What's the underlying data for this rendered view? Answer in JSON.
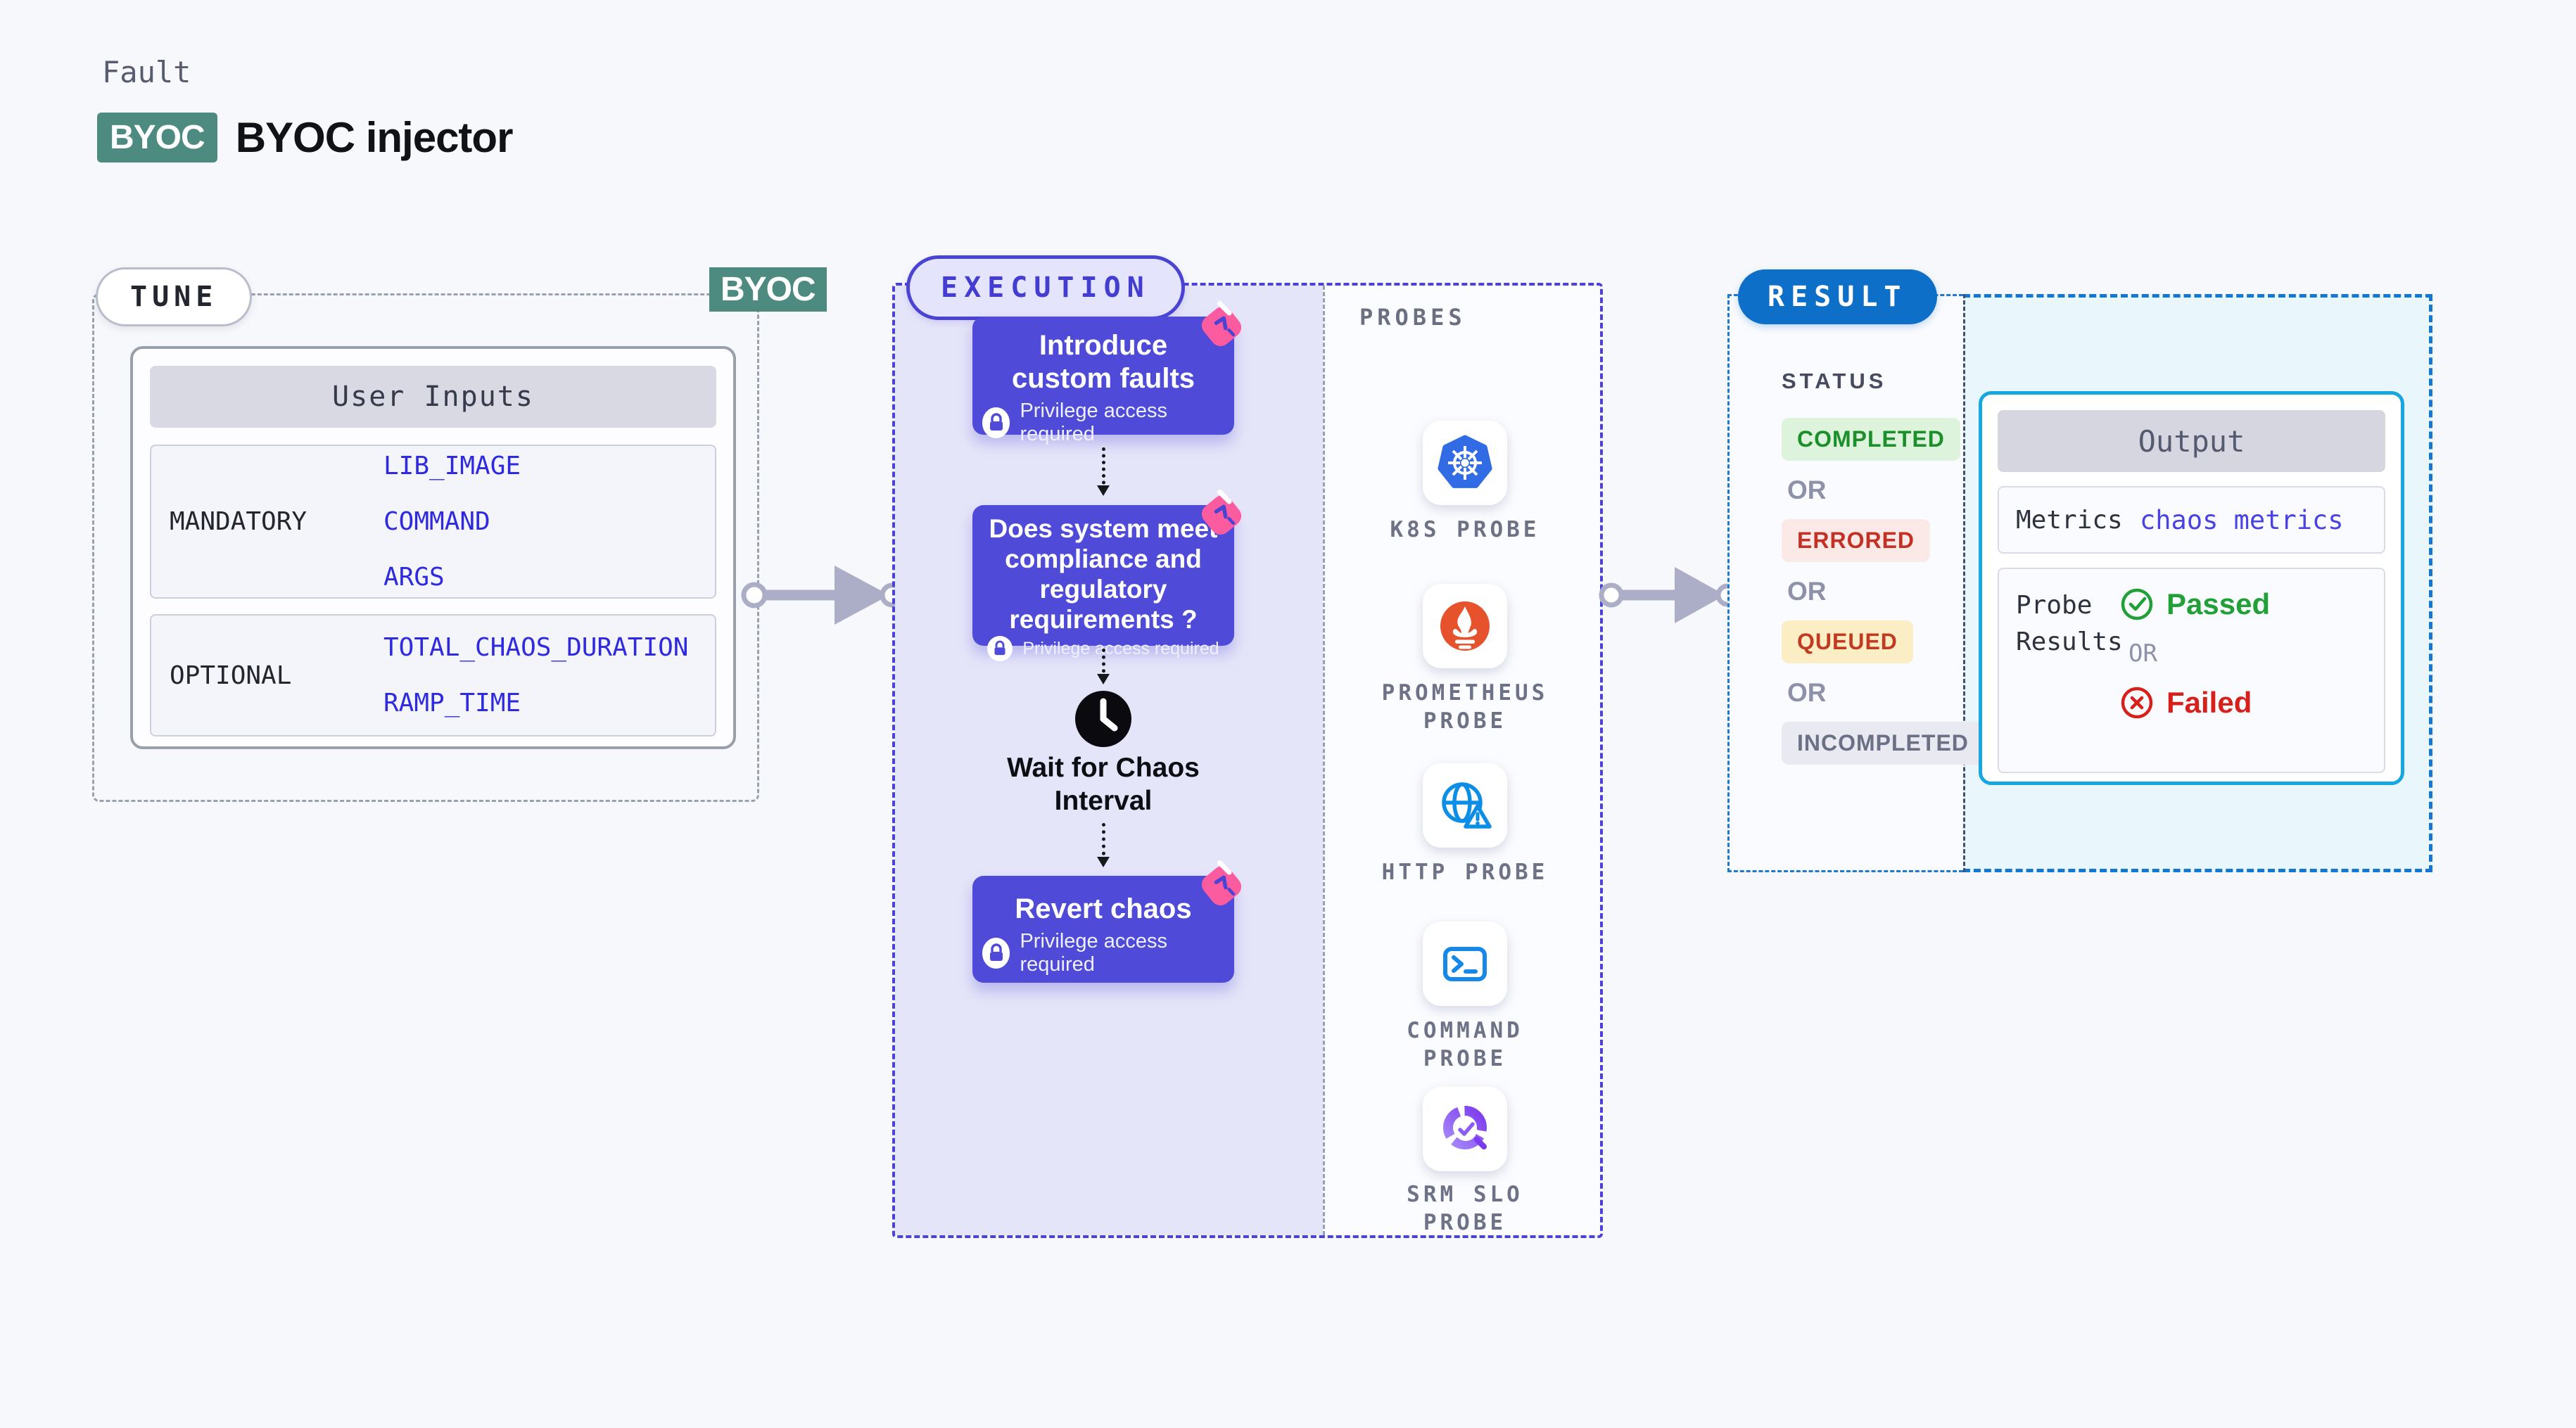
{
  "header": {
    "eyebrow": "Fault",
    "badge": "BYOC",
    "title": "BYOC injector"
  },
  "tune": {
    "label": "TUNE",
    "corner_badge": "BYOC",
    "table": {
      "header": "User Inputs",
      "rows": [
        {
          "label": "MANDATORY",
          "values": [
            "LIB_IMAGE",
            "COMMAND",
            "ARGS"
          ]
        },
        {
          "label": "OPTIONAL",
          "values": [
            "TOTAL_CHAOS_DURATION",
            "RAMP_TIME"
          ]
        }
      ]
    }
  },
  "execution": {
    "label": "EXECUTION",
    "privilege_note": "Privilege access required",
    "steps": [
      {
        "title": "Introduce custom faults"
      },
      {
        "title": "Does system meet compliance and regulatory requirements ?"
      },
      {
        "title": "Wait for Chaos Interval"
      },
      {
        "title": "Revert chaos"
      }
    ]
  },
  "probes": {
    "label": "PROBES",
    "items": [
      {
        "name": "K8S PROBE",
        "icon": "kubernetes-icon",
        "color": "#326ce5"
      },
      {
        "name": "PROMETHEUS PROBE",
        "icon": "prometheus-icon",
        "color": "#e6522c"
      },
      {
        "name": "HTTP PROBE",
        "icon": "globe-alert-icon",
        "color": "#0d8ee6"
      },
      {
        "name": "COMMAND PROBE",
        "icon": "terminal-icon",
        "color": "#1588e8"
      },
      {
        "name": "SRM SLO PROBE",
        "icon": "slo-check-icon",
        "color": "#8b5cf6"
      }
    ]
  },
  "result": {
    "label": "RESULT",
    "status": {
      "heading": "STATUS",
      "separator": "OR",
      "items": [
        "COMPLETED",
        "ERRORED",
        "QUEUED",
        "INCOMPLETED"
      ]
    },
    "output": {
      "header": "Output",
      "metrics_label": "Metrics",
      "metrics_value": "chaos metrics",
      "probe_results_label": "Probe Results",
      "passed": "Passed",
      "or": "OR",
      "failed": "Failed"
    }
  },
  "colors": {
    "accent_indigo": "#4a43d4",
    "step_box": "#4f4ad8",
    "byoc_teal": "#4d8b81",
    "result_blue": "#0d6fc8",
    "output_border": "#16a7e0",
    "env_var_blue": "#2f2ae0",
    "passed_green": "#21a038",
    "failed_red": "#d8201b",
    "completed_green": "#1a8f2a",
    "errored_red": "#c33024",
    "queued_amber_bg": "#fbeec5",
    "pin_pink": "#fb5b9f"
  }
}
